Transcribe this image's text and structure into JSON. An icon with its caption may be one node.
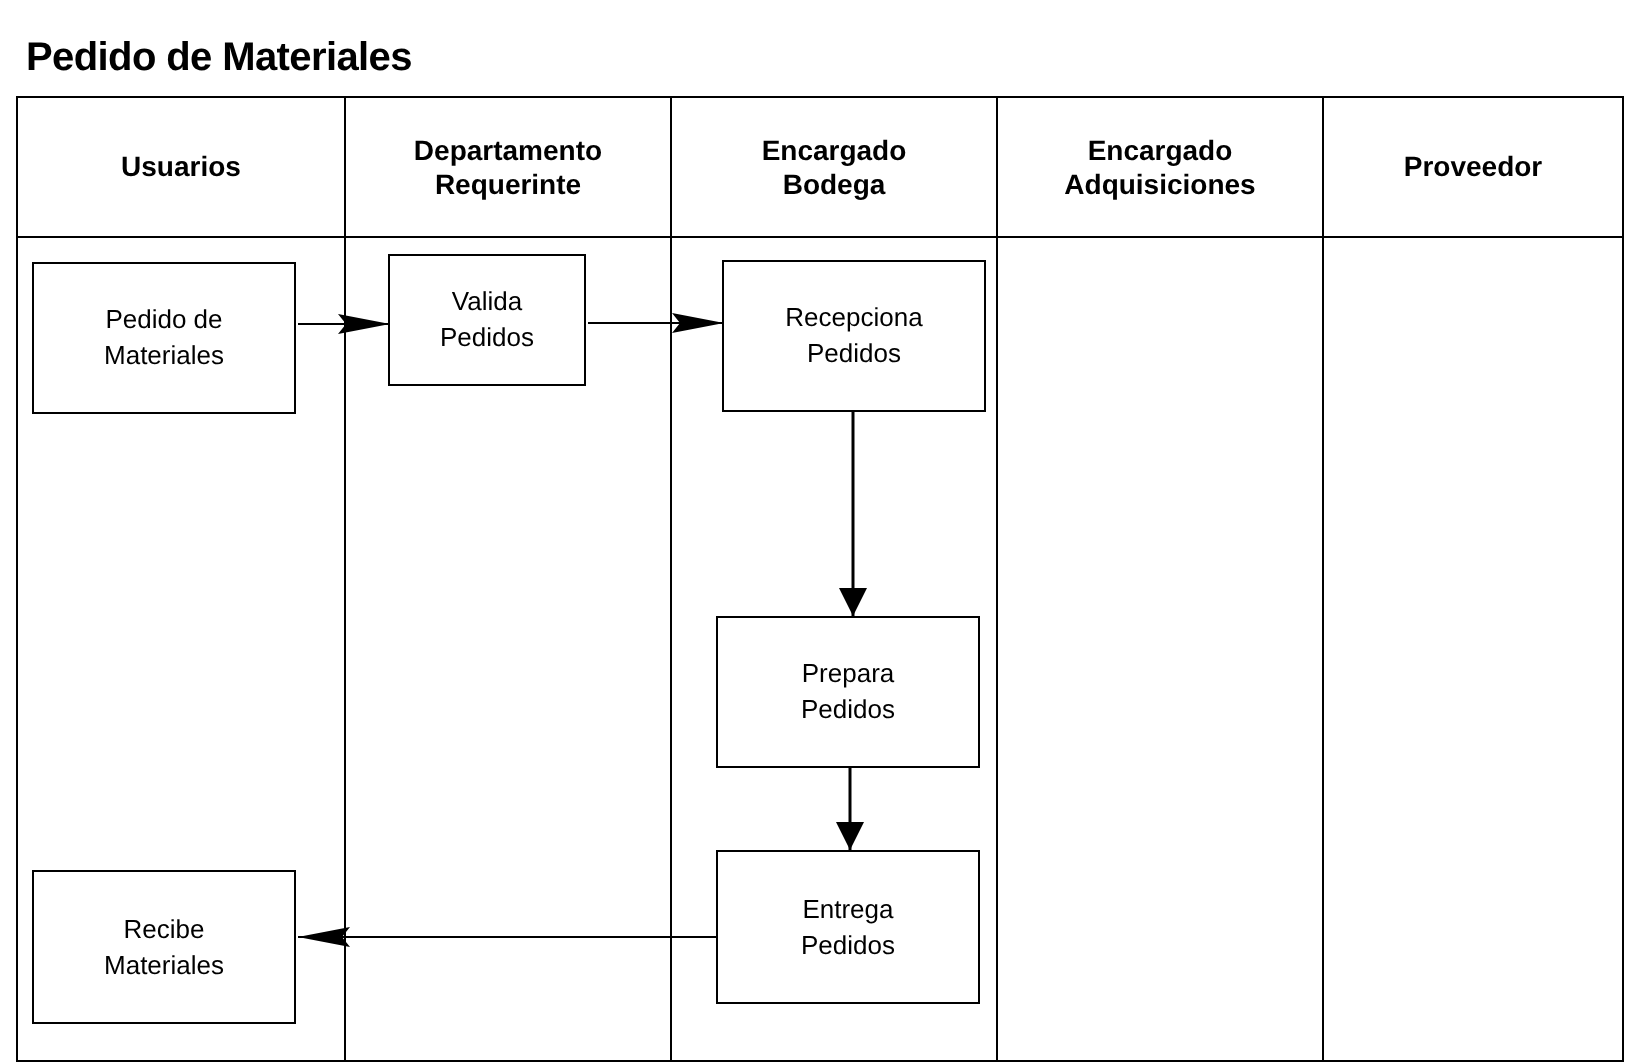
{
  "diagram": {
    "title": "Pedido de Materiales",
    "nodes": [
      {
        "text": [
          "Usuarios"
        ]
      },
      {
        "text": [
          "Departamento Requerinte"
        ]
      },
      {
        "text": [
          "Encargado Bodega"
        ]
      },
      {
        "text": [
          "Encargado Adquisiciones"
        ]
      },
      {
        "text": [
          "Proveedor"
        ]
      },
      {
        "text": [
          "Pedido de Materiales"
        ],
        "in": 0
      },
      {
        "text": [
          "Valida Pedidos"
        ],
        "in": 1
      },
      {
        "text": [
          "Recepciona Pedidos"
        ],
        "in": 2
      },
      {
        "text": [
          "Prepara Pedidos"
        ],
        "in": 2
      },
      {
        "text": [
          "Entrega Pedidos"
        ],
        "in": 2
      },
      {
        "text": [
          "Recibe Materiales"
        ],
        "in": 0
      }
    ],
    "edges": [
      {
        "from": 5,
        "to": 6,
        "arrow": "to"
      },
      {
        "from": 6,
        "to": 7,
        "arrow": "to"
      },
      {
        "from": 7,
        "to": 8,
        "arrow": "to"
      },
      {
        "from": 8,
        "to": 9,
        "arrow": "to"
      },
      {
        "from": 9,
        "to": 10,
        "arrow": "to"
      }
    ]
  }
}
